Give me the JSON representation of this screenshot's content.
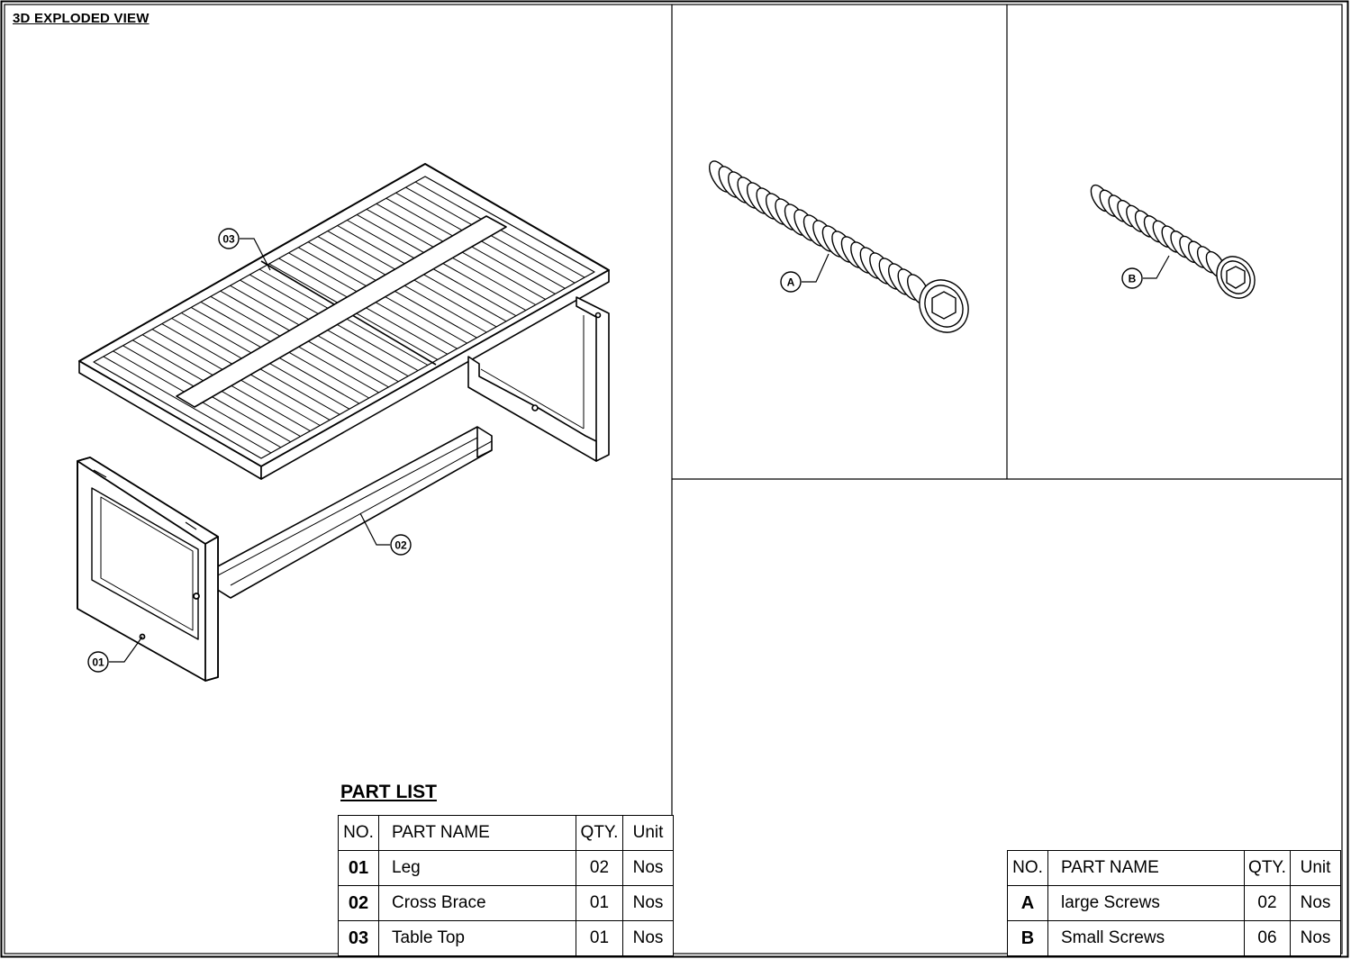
{
  "sheet": {
    "view_title": "3D EXPLODED VIEW"
  },
  "callouts": {
    "leg": "01",
    "cross_brace": "02",
    "table_top": "03",
    "large_screw": "A",
    "small_screw": "B"
  },
  "part_list": {
    "title": "PART LIST",
    "headers": {
      "no": "NO.",
      "name": "PART NAME",
      "qty": "QTY.",
      "unit": "Unit"
    },
    "rows": [
      {
        "no": "01",
        "name": "Leg",
        "qty": "02",
        "unit": "Nos"
      },
      {
        "no": "02",
        "name": "Cross Brace",
        "qty": "01",
        "unit": "Nos"
      },
      {
        "no": "03",
        "name": "Table Top",
        "qty": "01",
        "unit": "Nos"
      }
    ]
  },
  "hardware_list": {
    "headers": {
      "no": "NO.",
      "name": "PART NAME",
      "qty": "QTY.",
      "unit": "Unit"
    },
    "rows": [
      {
        "no": "A",
        "name": "large Screws",
        "qty": "02",
        "unit": "Nos"
      },
      {
        "no": "B",
        "name": "Small Screws",
        "qty": "06",
        "unit": "Nos"
      }
    ]
  }
}
